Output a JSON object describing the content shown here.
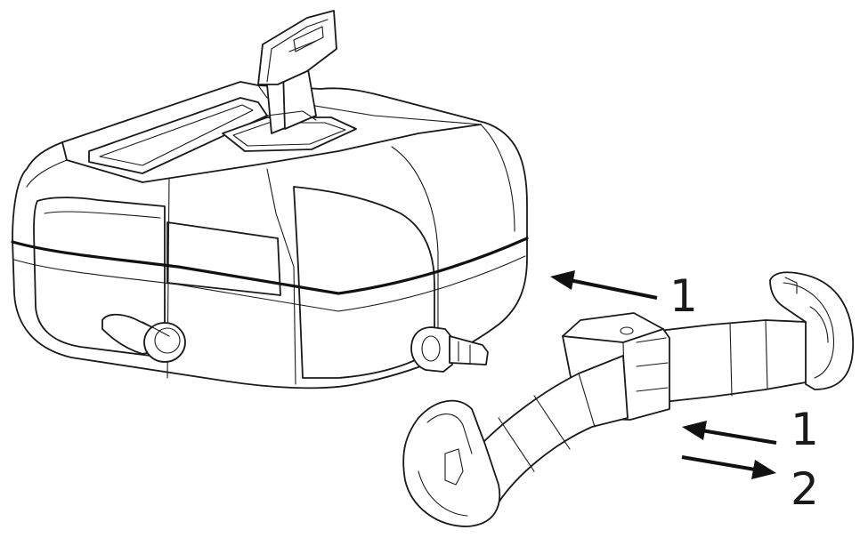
{
  "callouts": [
    {
      "label": "1"
    },
    {
      "label": "1"
    },
    {
      "label": "2"
    }
  ]
}
